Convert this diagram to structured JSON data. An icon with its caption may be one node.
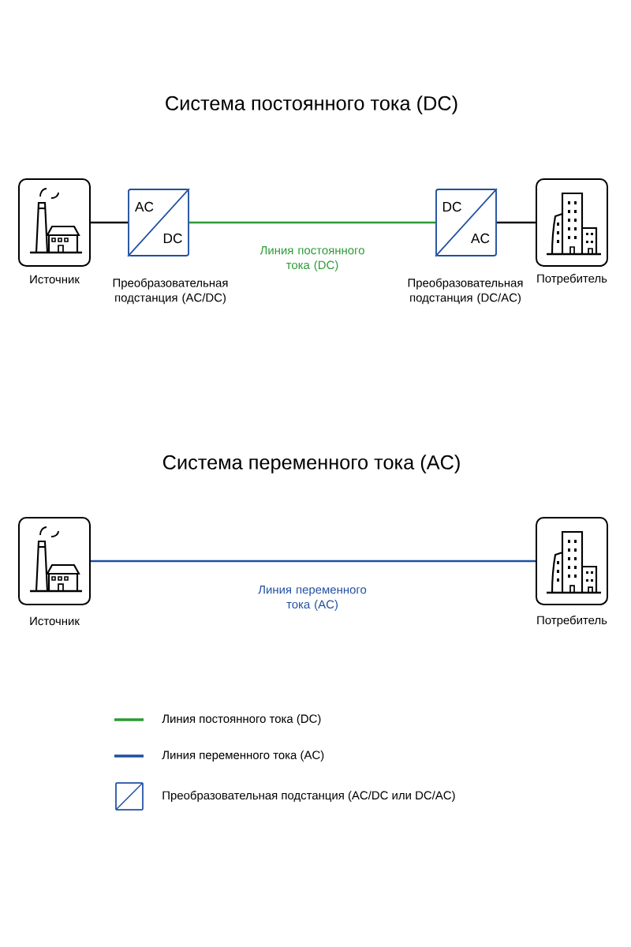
{
  "diagram": {
    "nodes": [
      {
        "text": [],
        "shape": "box",
        "beside": [
          "Источник"
        ]
      },
      {
        "text": [
          "AC",
          "DC"
        ],
        "beside": [
          "Преобразовательная подстанция (AC/DC)"
        ]
      },
      {
        "text": [
          "DC",
          "AC"
        ],
        "beside": [
          "Преобразовательная подстанция (DC/AC)"
        ]
      },
      {
        "text": [],
        "shape": "box",
        "beside": [
          "Потребитель"
        ]
      },
      {
        "text": [],
        "shape": "box",
        "beside": [
          "Источник"
        ]
      },
      {
        "text": [],
        "shape": "box",
        "beside": [
          "Потребитель"
        ]
      }
    ],
    "edges": [
      {
        "from": 0,
        "to": 1,
        "arrow": "none",
        "color": "#111111"
      },
      {
        "from": 1,
        "to": 2,
        "arrow": "none",
        "color": "#2a9a35",
        "label": "Линия постоянного тока (DC)"
      },
      {
        "from": 2,
        "to": 3,
        "arrow": "none",
        "color": "#111111"
      },
      {
        "from": 4,
        "to": 5,
        "arrow": "none",
        "color": "#1f4fa0",
        "label": "Линия переменного тока (AC)"
      }
    ],
    "labels": [
      "Система постоянного тока (DC)",
      "Система переменного тока (AC)"
    ],
    "legend": [
      {
        "text": "Линия постоянного тока (DC)",
        "color": "#2a9a35"
      },
      {
        "text": "Линия переменного тока (AC)",
        "color": "#1f4fa0"
      },
      {
        "text": "Преобразовательная подстанция (AC/DC или DC/AC)"
      }
    ]
  }
}
